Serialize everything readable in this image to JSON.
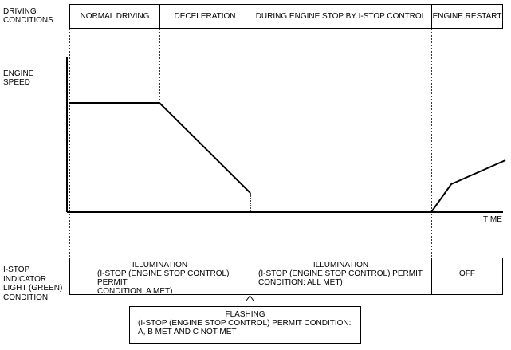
{
  "driving_conditions_label": "DRIVING\nCONDITIONS",
  "phases": [
    "NORMAL DRIVING",
    "DECELERATION",
    "DURING ENGINE STOP BY I-STOP CONTROL",
    "ENGINE RESTART"
  ],
  "engine_speed_label": "ENGINE\nSPEED",
  "time_label": "TIME",
  "indicator_label": "I-STOP\nINDICATOR\nLIGHT (GREEN)\nCONDITION",
  "indicator_states": [
    {
      "title": "ILLUMINATION",
      "body": "(I-STOP (ENGINE STOP CONTROL) PERMIT\nCONDITION: A MET)"
    },
    {
      "title": "ILLUMINATION",
      "body": "(I-STOP (ENGINE STOP CONTROL) PERMIT\nCONDITION: ALL MET)"
    },
    {
      "title": "OFF",
      "body": ""
    }
  ],
  "flashing": {
    "title": "FLASHING",
    "body": "(I-STOP (ENGINE STOP CONTROL) PERMIT CONDITION:\nA, B MET AND C NOT MET"
  }
}
